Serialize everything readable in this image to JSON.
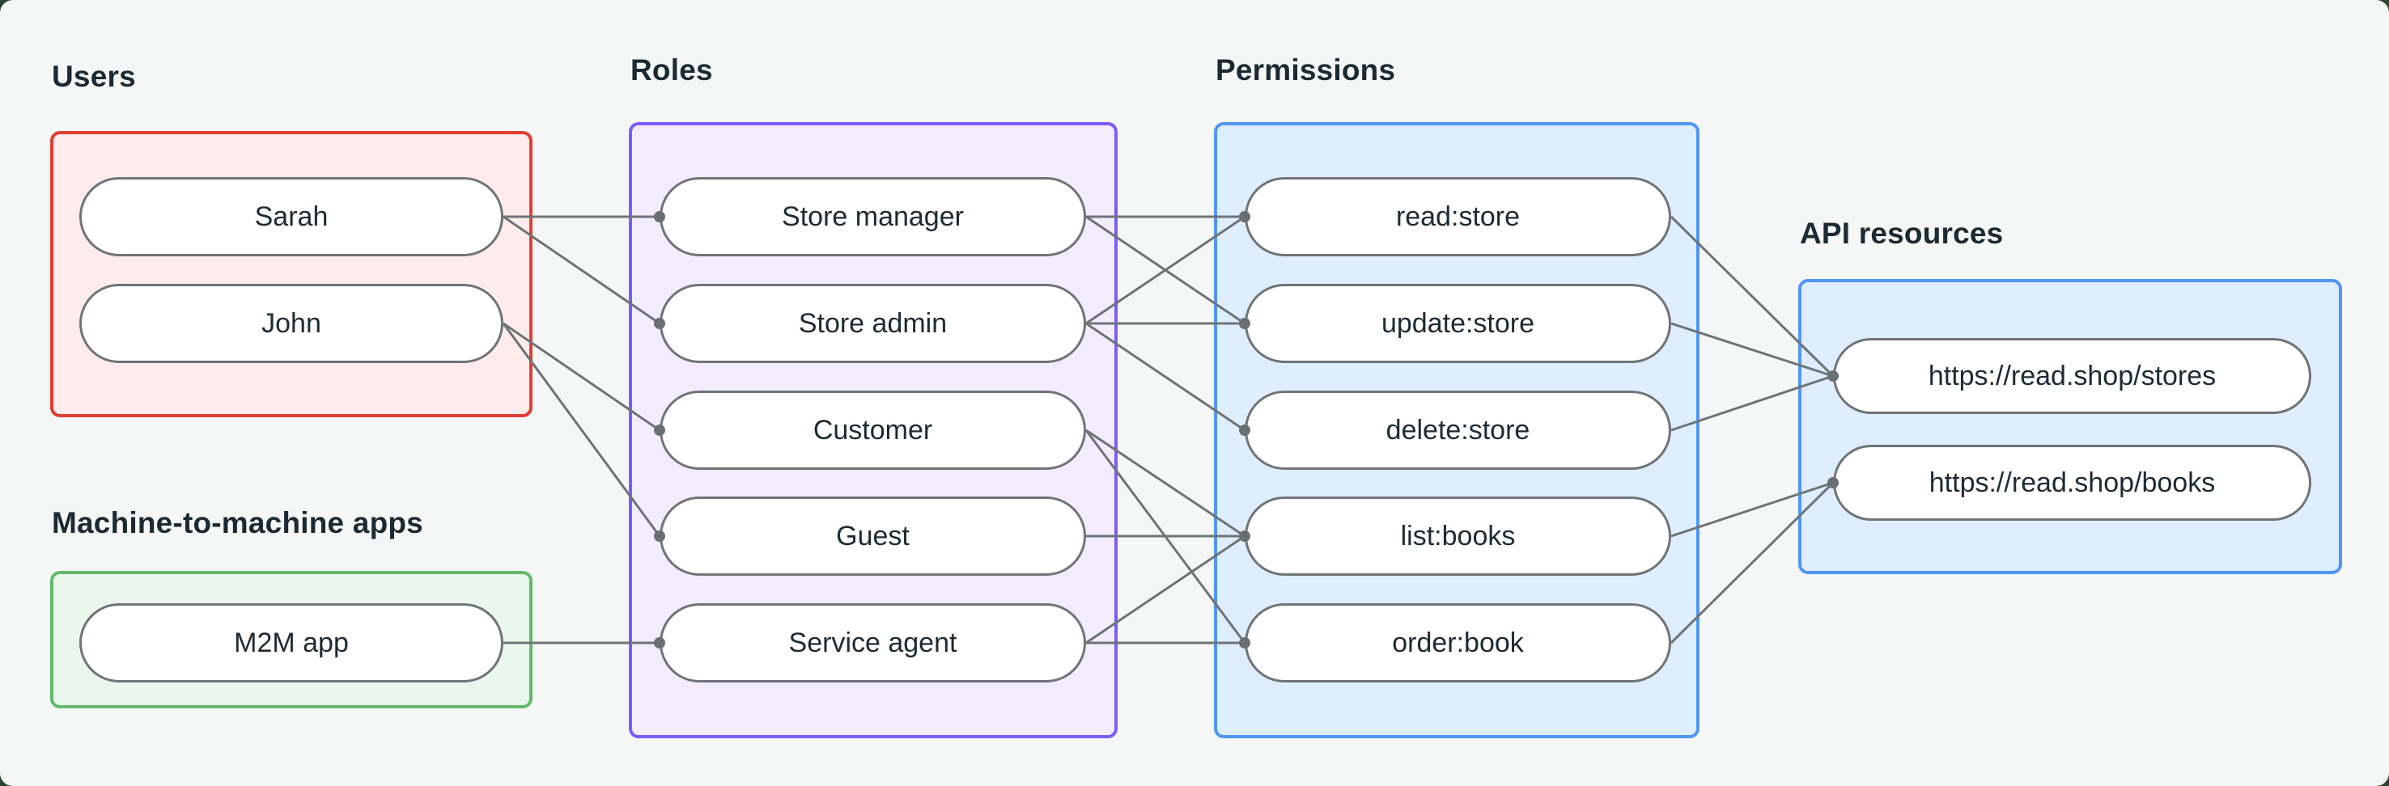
{
  "canvas": {
    "background_color": "#f5f7f6",
    "backdrop_color": "#2c4636",
    "text_color": "#1d2b33"
  },
  "groups": {
    "users": {
      "label": "Users",
      "border_color": "#e23e32",
      "fill_color": "#fdeceb",
      "items": [
        {
          "id": "sarah",
          "label": "Sarah"
        },
        {
          "id": "john",
          "label": "John"
        }
      ]
    },
    "m2m": {
      "label": "Machine-to-machine apps",
      "border_color": "#63b96b",
      "fill_color": "#e9f7ec",
      "items": [
        {
          "id": "m2m-app",
          "label": "M2M app"
        }
      ]
    },
    "roles": {
      "label": "Roles",
      "border_color": "#7b5cf9",
      "fill_color": "#f2ecfe",
      "items": [
        {
          "id": "store-manager",
          "label": "Store manager"
        },
        {
          "id": "store-admin",
          "label": "Store admin"
        },
        {
          "id": "customer",
          "label": "Customer"
        },
        {
          "id": "guest",
          "label": "Guest"
        },
        {
          "id": "service-agent",
          "label": "Service agent"
        }
      ]
    },
    "permissions": {
      "label": "Permissions",
      "border_color": "#5096f5",
      "fill_color": "#dfeefe",
      "items": [
        {
          "id": "read-store",
          "label": "read:store"
        },
        {
          "id": "update-store",
          "label": "update:store"
        },
        {
          "id": "delete-store",
          "label": "delete:store"
        },
        {
          "id": "list-books",
          "label": "list:books"
        },
        {
          "id": "order-book",
          "label": "order:book"
        }
      ]
    },
    "api_resources": {
      "label": "API resources",
      "border_color": "#5096f5",
      "fill_color": "#dfeefe",
      "items": [
        {
          "id": "stores",
          "label": "https://read.shop/stores"
        },
        {
          "id": "books",
          "label": "https://read.shop/books"
        }
      ]
    }
  },
  "edges": [
    {
      "from": "sarah",
      "to": "store-manager"
    },
    {
      "from": "sarah",
      "to": "store-admin"
    },
    {
      "from": "john",
      "to": "customer"
    },
    {
      "from": "john",
      "to": "guest"
    },
    {
      "from": "m2m-app",
      "to": "service-agent"
    },
    {
      "from": "store-manager",
      "to": "read-store"
    },
    {
      "from": "store-manager",
      "to": "update-store"
    },
    {
      "from": "store-admin",
      "to": "read-store"
    },
    {
      "from": "store-admin",
      "to": "update-store"
    },
    {
      "from": "store-admin",
      "to": "delete-store"
    },
    {
      "from": "customer",
      "to": "list-books"
    },
    {
      "from": "customer",
      "to": "order-book"
    },
    {
      "from": "guest",
      "to": "list-books"
    },
    {
      "from": "service-agent",
      "to": "list-books"
    },
    {
      "from": "service-agent",
      "to": "order-book"
    },
    {
      "from": "read-store",
      "to": "stores"
    },
    {
      "from": "update-store",
      "to": "stores"
    },
    {
      "from": "delete-store",
      "to": "stores"
    },
    {
      "from": "list-books",
      "to": "books"
    },
    {
      "from": "order-book",
      "to": "books"
    }
  ],
  "edge_style": {
    "line_color": "#6e7476",
    "line_width": 3,
    "dot_color": "#687072",
    "dot_radius": 7
  }
}
